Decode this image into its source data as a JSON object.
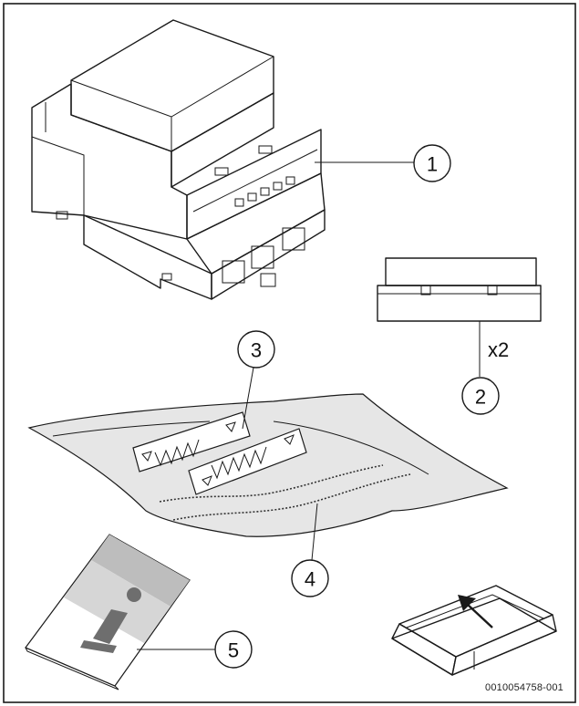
{
  "callouts": [
    {
      "number": "1"
    },
    {
      "number": "2"
    },
    {
      "number": "3"
    },
    {
      "number": "4"
    },
    {
      "number": "5"
    }
  ],
  "quantity_label": "x2",
  "document_code": "0010054758-001",
  "icons": {
    "manual": "info-icon",
    "package": "arrow-up-left-icon"
  },
  "colors": {
    "stroke": "#1a1a1a",
    "background": "#ffffff",
    "bag_fill": "#e6e6e6",
    "manual_band": "#bdbdbd",
    "info_glyph": "#6e6e6e"
  }
}
